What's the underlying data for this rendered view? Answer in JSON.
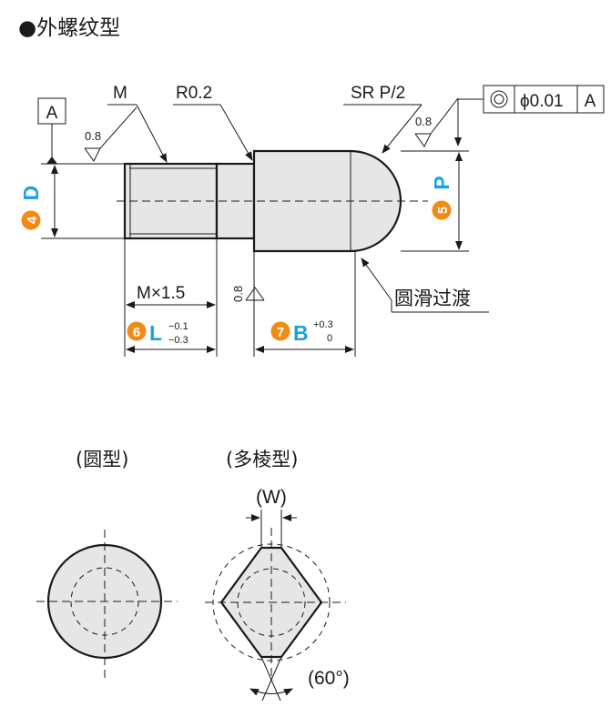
{
  "title": "●外螺纹型",
  "labels": {
    "datum": "A",
    "thread": "M",
    "radius": "R0.2",
    "sphere": "SR P/2",
    "roughness": "0.8",
    "smooth": "圆滑过渡",
    "thread_len": "M×1.5"
  },
  "tolerance_frame": {
    "symbol": "◎",
    "value": "ϕ0.01",
    "datum": "A"
  },
  "dimensions": {
    "D": {
      "num": "4",
      "letter": "D"
    },
    "P": {
      "num": "5",
      "letter": "P"
    },
    "L": {
      "num": "6",
      "letter": "L",
      "upper": "−0.1",
      "lower": "−0.3"
    },
    "B": {
      "num": "7",
      "letter": "B",
      "upper": "+0.3",
      "lower": "0"
    }
  },
  "views": {
    "round": "(圆型)",
    "poly": "(多棱型)",
    "width": "(W)",
    "angle": "(60°)"
  },
  "colors": {
    "badge": "#f28a16",
    "dim_letter": "#1ba2dc",
    "part_fill": "#e6e6e6"
  }
}
